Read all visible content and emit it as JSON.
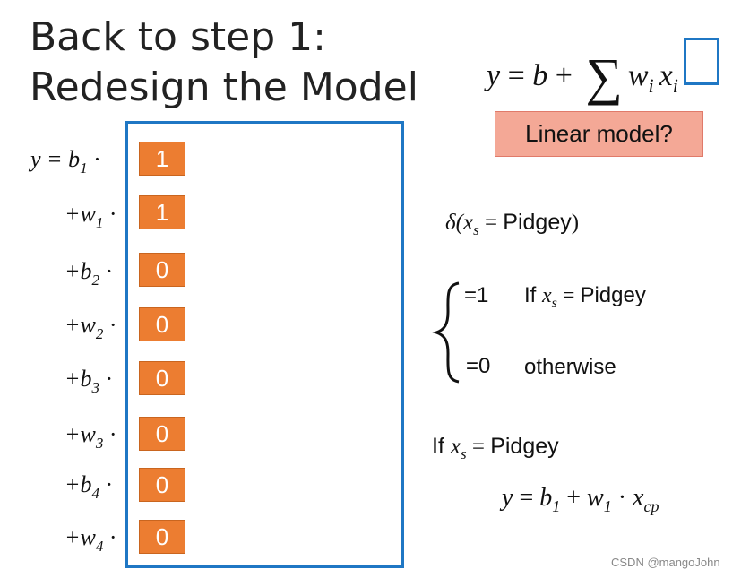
{
  "title": {
    "line1": "Back to step 1:",
    "line2": "Redesign the Model"
  },
  "main_equation": {
    "lhs": "y",
    "eq": "=",
    "b": "b",
    "plus": "+",
    "sum": "∑",
    "w": "w",
    "w_sub": "i",
    "x": "x",
    "x_sub": "i"
  },
  "linear_model_label": "Linear model?",
  "model_terms": [
    {
      "prefix": "y = ",
      "var": "b",
      "sub": "1",
      "dot": "·",
      "onehot": "1"
    },
    {
      "prefix": "+",
      "var": "w",
      "sub": "1",
      "dot": "·",
      "onehot": "1"
    },
    {
      "prefix": "+",
      "var": "b",
      "sub": "2",
      "dot": "·",
      "onehot": "0"
    },
    {
      "prefix": "+",
      "var": "w",
      "sub": "2",
      "dot": "·",
      "onehot": "0"
    },
    {
      "prefix": "+",
      "var": "b",
      "sub": "3",
      "dot": "·",
      "onehot": "0"
    },
    {
      "prefix": "+",
      "var": "w",
      "sub": "3",
      "dot": "·",
      "onehot": "0"
    },
    {
      "prefix": "+",
      "var": "b",
      "sub": "4",
      "dot": "·",
      "onehot": "0"
    },
    {
      "prefix": "+",
      "var": "w",
      "sub": "4",
      "dot": "·",
      "onehot": "0"
    }
  ],
  "delta": {
    "symbol": "δ(",
    "x": "x",
    "x_sub": "s",
    "eq": " = ",
    "value": "Pidgey",
    "close": ")"
  },
  "cases": {
    "case1_value": "=1",
    "case1_if": "If ",
    "case1_x": "x",
    "case1_x_sub": "s",
    "case1_eq": " = ",
    "case1_pidgey": "Pidgey",
    "case2_value": "=0",
    "case2_text": "otherwise"
  },
  "condition": {
    "if": "If ",
    "x": "x",
    "x_sub": "s",
    "eq": " = ",
    "value": "Pidgey"
  },
  "result": {
    "y": "y",
    "eq": " = ",
    "b": "b",
    "b_sub": "1",
    "plus": " + ",
    "w": "w",
    "w_sub": "1",
    "dot": " · ",
    "x": "x",
    "x_sub": "cp"
  },
  "watermark": "CSDN @mangoJohn",
  "colors": {
    "frame_blue": "#1f77c4",
    "onehot_orange": "#ec7d31",
    "label_salmon": "#f4a896"
  }
}
